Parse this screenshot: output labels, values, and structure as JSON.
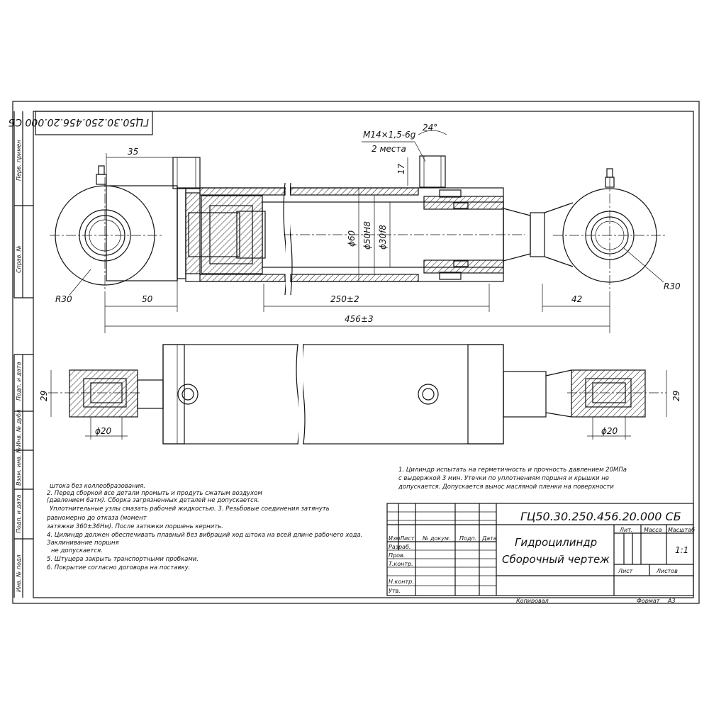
{
  "stamp_code_rotated": "ГЦ50.30.250.456.20.000 СБ",
  "side_column": [
    "Перв. примен",
    "Справ. №",
    "Подп. и дата",
    "Инв. № дубл",
    "Взам. инв. №",
    "Подп. и дата",
    "Инв. № подл"
  ],
  "dimensions": {
    "d35": "35",
    "thread": "М14×1,5-6g",
    "places": "2 места",
    "angle": "24°",
    "d17": "17",
    "r30_left": "R30",
    "r30_right": "R30",
    "d50": "50",
    "d250": "250±2",
    "d42": "42",
    "d456": "456±3",
    "phi60": "ϕ60",
    "phi50": "ϕ50H8",
    "phi30": "ϕ30f8",
    "d29_left": "29",
    "d29_right": "29",
    "phi20_left": "ϕ20",
    "phi20_right": "ϕ20"
  },
  "notes_left": [
    "штока без коллеобразования.",
    "2. Перед сборкой все детали промыть и продуть сжатым воздухом",
    "(давлением 6атм).  Сборка загрязненных деталей не допускается.",
    "Уплотнительные узлы смазать  рабочей жидкостью.            3. Резьбовые соединения затянуть",
    "равномерно до отказа (момент",
    "затяжки 360±36Нм). После затяжки поршень кернить.",
    "4. Цилиндр должен обеспечивать плавный без вибраций ход штока  на всей  длине рабочего хода.",
    "Заклинивание поршня",
    "не допускается.",
    "5. Штуцера закрыть транспортными пробками.",
    "6. Покрытие согласно договора на поставку."
  ],
  "notes_right": [
    "1. Цилиндр испытать на герметичность и прочность давлением 20МПа",
    "с выдержкой  3 мин. Утечки по уплотнениям поршня и крышки не",
    "допускается. Допускается вынос  масляной пленки на поверхности"
  ],
  "title_block": {
    "code": "ГЦ50.30.250.456.20.000 СБ",
    "name": "Гидроцилиндр",
    "doc_type": "Сборочный чертеж",
    "header": [
      "Изм",
      "Лист",
      "№ докум.",
      "Подп.",
      "Дата"
    ],
    "roles": [
      "Разраб.",
      "Пров.",
      "Т.контр.",
      "Н.контр.",
      "Утв."
    ],
    "lit": "Лит.",
    "mass": "Масса",
    "scale_label": "Масштаб",
    "scale": "1:1",
    "sheet": "Лист",
    "sheets": "Листов",
    "copied": "Копировал",
    "format_label": "Формат",
    "format": "А3"
  }
}
